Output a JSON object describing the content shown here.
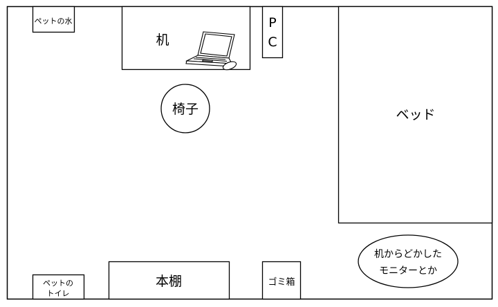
{
  "labels": {
    "pet_water": "ペットの水",
    "desk": "机",
    "pc_line1": "P",
    "pc_line2": "C",
    "chair": "椅子",
    "bed": "ベッド",
    "monitor_note_line1": "机からどかした",
    "monitor_note_line2": "モニターとか",
    "pet_toilet_line1": "ペットの",
    "pet_toilet_line2": "トイレ",
    "bookshelf": "本棚",
    "trash": "ゴミ箱"
  }
}
